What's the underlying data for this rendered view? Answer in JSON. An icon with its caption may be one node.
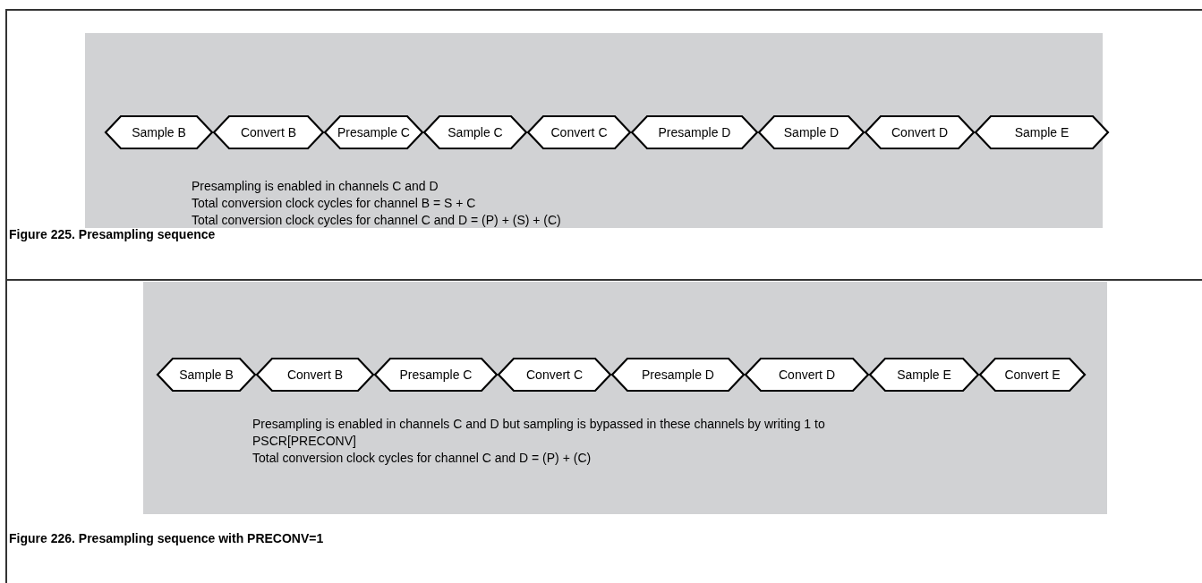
{
  "diagram": {
    "nodes": [
      {
        "text": [
          "Presampling is enabled in channels C and D",
          "Total conversion clock cycles for channel B = S + C",
          "Total conversion clock cycles for channel C and D = (P) + (S) + (C)"
        ]
      },
      {
        "text": [
          "Sample B"
        ],
        "in": 0
      },
      {
        "text": [
          "Convert B"
        ],
        "in": 0
      },
      {
        "text": [
          "Presample C"
        ],
        "in": 0
      },
      {
        "text": [
          "Sample C"
        ],
        "in": 0
      },
      {
        "text": [
          "Convert C"
        ],
        "in": 0
      },
      {
        "text": [
          "Presample D"
        ],
        "in": 0
      },
      {
        "text": [
          "Sample D"
        ],
        "in": 0
      },
      {
        "text": [
          "Convert D"
        ],
        "in": 0
      },
      {
        "text": [
          "Sample E"
        ],
        "in": 0
      },
      {
        "text": [
          "Presampling is enabled in channels C and D  but sampling is bypassed in these channels by writing 1 to PSCR[PRECONV]",
          "Total conversion clock cycles for channel C and D = (P) + (C)"
        ]
      },
      {
        "text": [
          "Sample B"
        ],
        "in": 10
      },
      {
        "text": [
          "Convert B"
        ],
        "in": 10
      },
      {
        "text": [
          "Presample C"
        ],
        "in": 10
      },
      {
        "text": [
          "Convert C"
        ],
        "in": 10
      },
      {
        "text": [
          "Presample D"
        ],
        "in": 10
      },
      {
        "text": [
          "Convert D"
        ],
        "in": 10
      },
      {
        "text": [
          "Sample E"
        ],
        "in": 10
      },
      {
        "text": [
          "Convert E"
        ],
        "in": 10
      }
    ],
    "labels": [
      "Figure 225. Presampling sequence",
      "Figure 226. Presampling sequence with PRECONV=1"
    ]
  }
}
